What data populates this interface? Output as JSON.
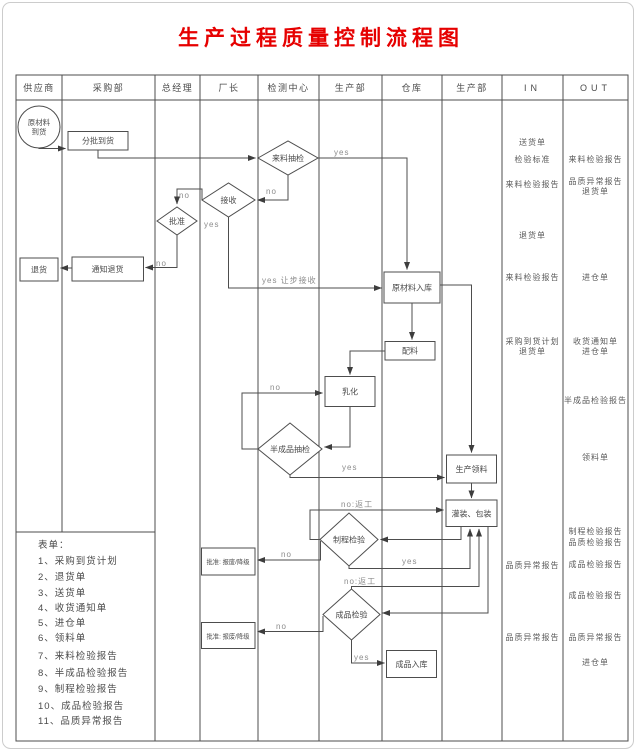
{
  "title": "生产过程质量控制流程图",
  "colors": {
    "title_red": "#e60000",
    "line_gray": "#4d4d4d",
    "label_gray": "#8c8c8c",
    "page_border": "#cccccc"
  },
  "lanes": [
    "供应商",
    "采购部",
    "总经理",
    "厂长",
    "检测中心",
    "生产部",
    "仓库",
    "生产部",
    "IN",
    "OUT"
  ],
  "nodes": {
    "start_l1": "原材料",
    "start_l2": "到货",
    "batch": "分批到货",
    "incoming_check": "来料抽检",
    "accept": "接收",
    "approve": "批准",
    "notify_return": "通知退货",
    "return_goods": "退货",
    "material_in": "原材料入库",
    "mixing": "配料",
    "emulsify": "乳化",
    "semi_check": "半成品抽检",
    "production_pick": "生产领料",
    "filling_packing": "灌装、包装",
    "process_check": "制程检验",
    "final_check": "成品检验",
    "final_in": "成品入库",
    "scrap1": "批准: 报废/降级",
    "scrap2": "批准: 报废/降级"
  },
  "labels": {
    "incoming_yes": "yes",
    "incoming_no": "no",
    "accept_no": "no",
    "accept_yes": "yes",
    "concession": "yes  让步接收",
    "approve_no": "no",
    "semi_no": "no",
    "semi_yes": "yes",
    "process_rework": "no:返工",
    "process_yes": "yes",
    "process_no": "no",
    "final_rework": "no:返工",
    "final_no": "no",
    "final_yes": "yes"
  },
  "in_docs": [
    "送货单",
    "检验标准",
    "来料检验报告",
    "退货单",
    "来料检验报告",
    "采购到货计划",
    "退货单",
    "品质异常报告",
    "品质异常报告"
  ],
  "out_docs": [
    "来料检验报告",
    "品质异常报告",
    "退货单",
    "进仓单",
    "收货通知单",
    "进仓单",
    "半成品检验报告",
    "领料单",
    "制程检验报告",
    "品质检验报告",
    "成品检验报告",
    "成品检验报告",
    "品质异常报告",
    "进仓单"
  ],
  "form_list": {
    "title": "表单：",
    "items": [
      "1、采购到货计划",
      "2、退货单",
      "3、送货单",
      "4、收货通知单",
      "5、进仓单",
      "6、领料单",
      "7、来料检验报告",
      "8、半成品检验报告",
      "9、制程检验报告",
      "10、成品检验报告",
      "11、品质异常报告"
    ]
  }
}
